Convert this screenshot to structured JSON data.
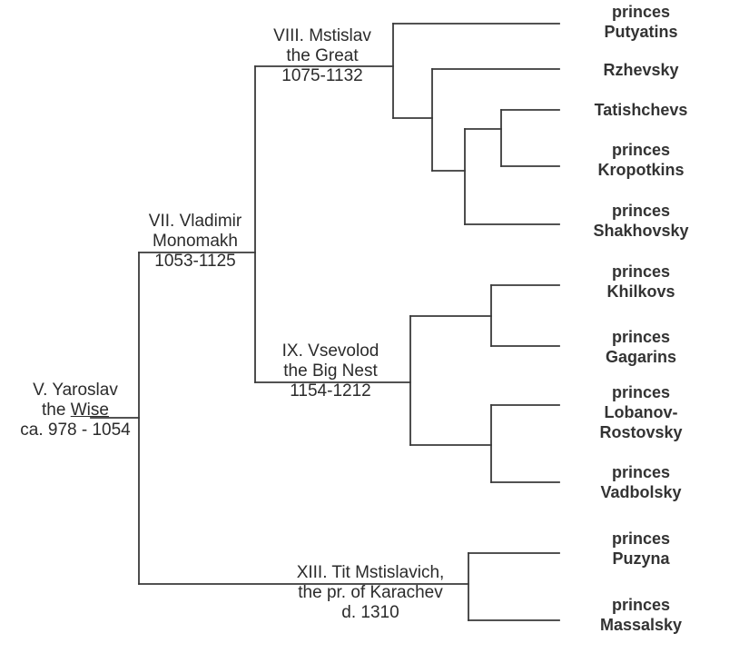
{
  "nodes": {
    "yaroslav": {
      "line1": "V. Yaroslav",
      "line2_a": "the ",
      "line2_b": "Wise",
      "line3": "ca. 978 - 1054"
    },
    "vladimir": {
      "line1": "VII. Vladimir",
      "line2": "Monomakh",
      "line3": "1053-1125"
    },
    "mstislav": {
      "line1": "VIII. Mstislav",
      "line2": "the Great",
      "line3": "1075-1132"
    },
    "vsevolod": {
      "line1": "IX. Vsevolod",
      "line2": "the Big Nest",
      "line3": "1154-1212"
    },
    "tit": {
      "line1": "XIII. Tit Mstislavich,",
      "line2": "the pr. of Karachev",
      "line3": "d. 1310"
    }
  },
  "leaves": {
    "putyatins": {
      "line1": "princes",
      "line2": "Putyatins"
    },
    "rzhevsky": {
      "line1": "Rzhevsky"
    },
    "tatishchevs": {
      "line1": "Tatishchevs"
    },
    "kropotkins": {
      "line1": "princes",
      "line2": "Kropotkins"
    },
    "shakhovsky": {
      "line1": "princes",
      "line2": "Shakhovsky"
    },
    "khilkovs": {
      "line1": "princes",
      "line2": "Khilkovs"
    },
    "gagarins": {
      "line1": "princes",
      "line2": "Gagarins"
    },
    "lobanov": {
      "line1": "princes",
      "line2": "Lobanov-",
      "line3": "Rostovsky"
    },
    "vadbolsky": {
      "line1": "princes",
      "line2": "Vadbolsky"
    },
    "puzyna": {
      "line1": "princes",
      "line2": "Puzyna"
    },
    "massalsky": {
      "line1": "princes",
      "line2": "Massalsky"
    }
  }
}
